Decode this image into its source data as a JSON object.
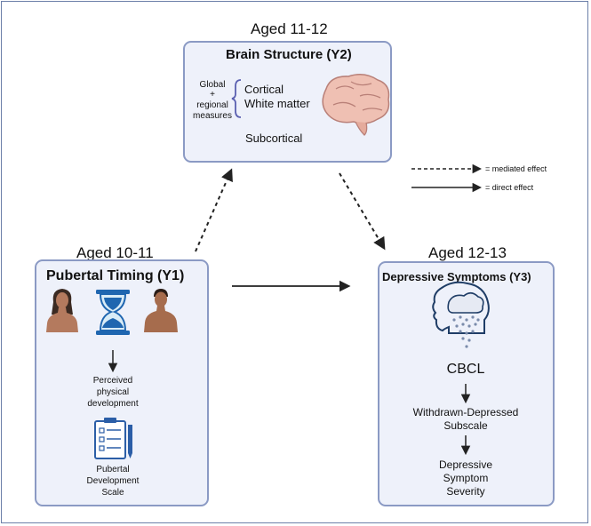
{
  "brain": {
    "age": "Aged 11-12",
    "title": "Brain Structure (Y2)",
    "global": "Global",
    "plus": "+",
    "regional": "regional",
    "measures": "measures",
    "cortical": "Cortical",
    "white_matter": "White matter",
    "subcortical": "Subcortical"
  },
  "legend": {
    "mediated": "= mediated effect",
    "direct": "= direct effect"
  },
  "pubertal": {
    "age": "Aged 10-11",
    "title": "Pubertal Timing (Y1)",
    "perceived_1": "Perceived",
    "perceived_2": "physical",
    "perceived_3": "development",
    "pds_1": "Pubertal",
    "pds_2": "Development",
    "pds_3": "Scale"
  },
  "depressive": {
    "age": "Aged 12-13",
    "title": "Depressive Symptoms (Y3)",
    "cbcl": "CBCL",
    "withdrawn_1": "Withdrawn-Depressed",
    "withdrawn_2": "Subscale",
    "severity_1": "Depressive",
    "severity_2": "Symptom",
    "severity_3": "Severity"
  }
}
